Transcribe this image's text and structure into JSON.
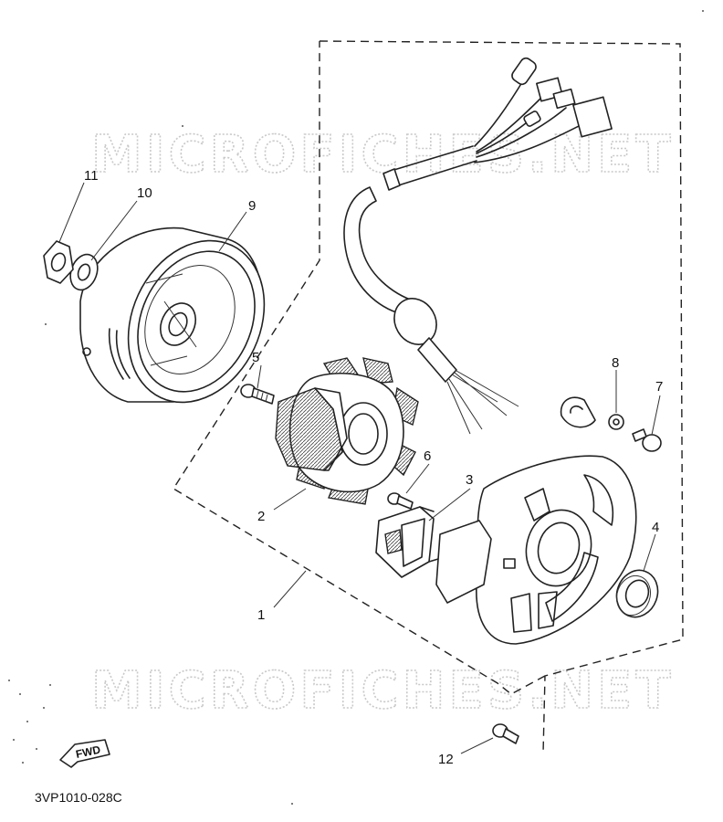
{
  "watermark": {
    "text_top": "MICROFICHES.NET",
    "text_bottom": "MICROFICHES.NET"
  },
  "callouts": [
    {
      "id": "1",
      "label": "1"
    },
    {
      "id": "2",
      "label": "2"
    },
    {
      "id": "3",
      "label": "3"
    },
    {
      "id": "4",
      "label": "4"
    },
    {
      "id": "5",
      "label": "5"
    },
    {
      "id": "6",
      "label": "6"
    },
    {
      "id": "7",
      "label": "7"
    },
    {
      "id": "8",
      "label": "8"
    },
    {
      "id": "9",
      "label": "9"
    },
    {
      "id": "10",
      "label": "10"
    },
    {
      "id": "11",
      "label": "11"
    },
    {
      "id": "12",
      "label": "12"
    }
  ],
  "fwd_label": "FWD",
  "diagram_code": "3VP1010-028C"
}
